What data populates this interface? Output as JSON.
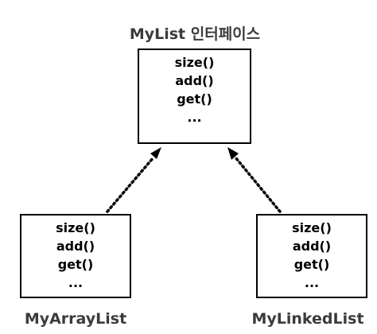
{
  "interface": {
    "title": "MyList 인터페이스",
    "methods": [
      "size()",
      "add()",
      "get()",
      "..."
    ]
  },
  "implementations": [
    {
      "title": "MyArrayList",
      "methods": [
        "size()",
        "add()",
        "get()",
        "..."
      ]
    },
    {
      "title": "MyLinkedList",
      "methods": [
        "size()",
        "add()",
        "get()",
        "..."
      ]
    }
  ]
}
